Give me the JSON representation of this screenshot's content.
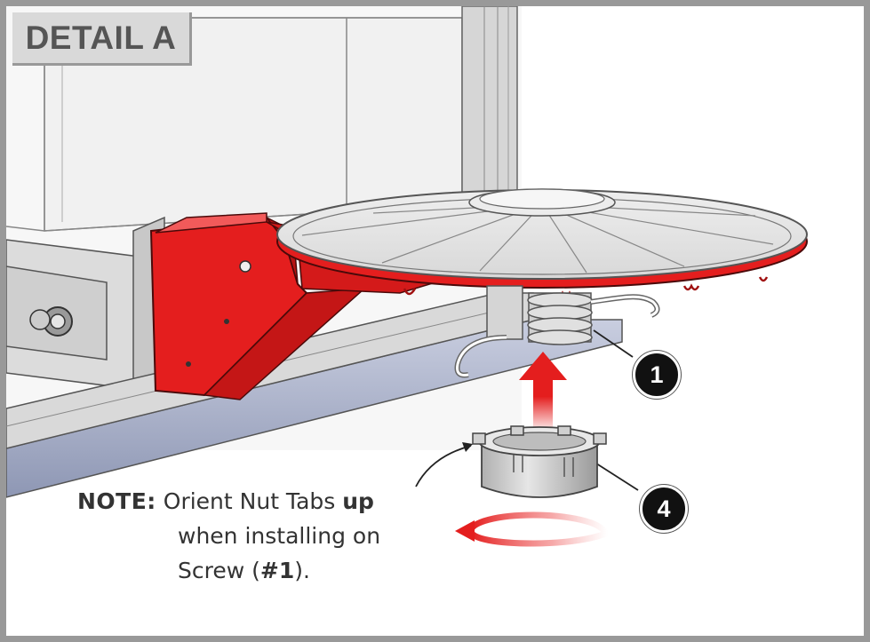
{
  "detail": {
    "title": "DETAIL A"
  },
  "callouts": [
    {
      "number": "1",
      "part": "Screw"
    },
    {
      "number": "4",
      "part": "Nut"
    }
  ],
  "note": {
    "label": "NOTE:",
    "line1_text": "Orient Nut Tabs",
    "line1_emphasis": "up",
    "line2_text": "when installing on",
    "line3_prefix": "Screw (",
    "line3_ref": "#1",
    "line3_suffix": ")."
  },
  "colors": {
    "frame": "#999999",
    "title_background": "#d9d9d9",
    "bracket_red": "#e41e1e",
    "arrow_red": "#e41e1e",
    "rail_blue": "#aab1c8",
    "callout_fill": "#111111"
  },
  "icons": {
    "install_arrow": "arrow-up-icon",
    "rotation_arrow": "rotate-arrow-icon"
  }
}
